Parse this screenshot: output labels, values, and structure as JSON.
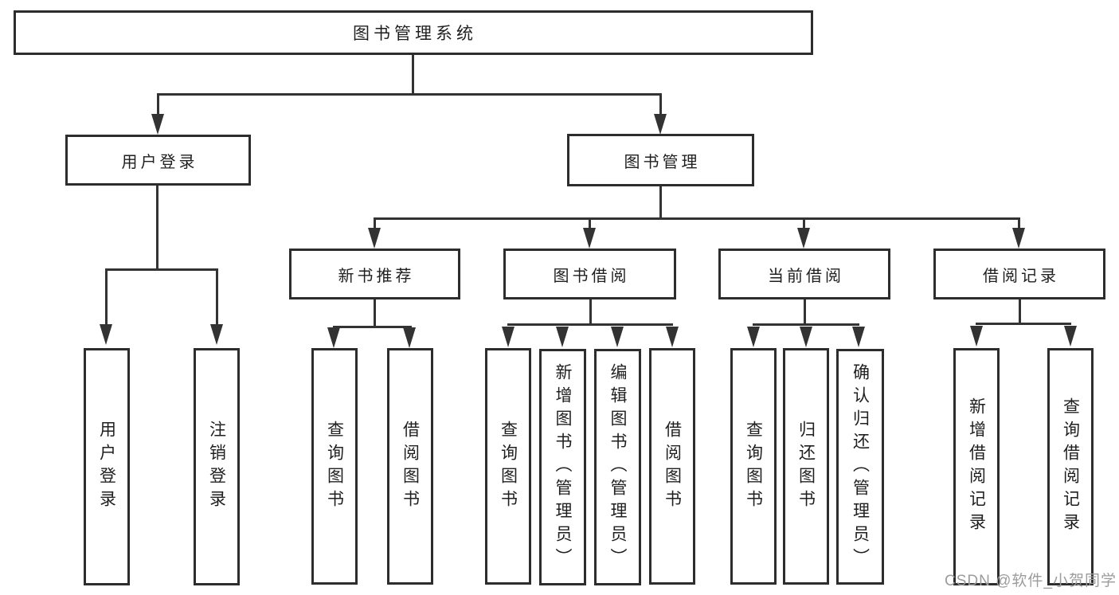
{
  "tree": {
    "root": {
      "label": "图书管理系统",
      "children": [
        {
          "label": "用户登录",
          "children": [
            {
              "label": "用户登录"
            },
            {
              "label": "注销登录"
            }
          ]
        },
        {
          "label": "图书管理",
          "children": [
            {
              "label": "新书推荐",
              "children": [
                {
                  "label": "查询图书"
                },
                {
                  "label": "借阅图书"
                }
              ]
            },
            {
              "label": "图书借阅",
              "children": [
                {
                  "label": "查询图书"
                },
                {
                  "label": "新增图书（管理员）"
                },
                {
                  "label": "编辑图书（管理员）"
                },
                {
                  "label": "借阅图书"
                }
              ]
            },
            {
              "label": "当前借阅",
              "children": [
                {
                  "label": "查询图书"
                },
                {
                  "label": "归还图书"
                },
                {
                  "label": "确认归还（管理员）"
                }
              ]
            },
            {
              "label": "借阅记录",
              "children": [
                {
                  "label": "新增借阅记录"
                },
                {
                  "label": "查询借阅记录"
                }
              ]
            }
          ]
        }
      ]
    }
  },
  "watermark": {
    "text": "CSDN @软件_小贺同学",
    "color": "#9c9c9c"
  },
  "colors": {
    "background": "#ffffff",
    "line": "#333333",
    "box_border": "#2d2d2d",
    "text": "#1f1f1f"
  }
}
